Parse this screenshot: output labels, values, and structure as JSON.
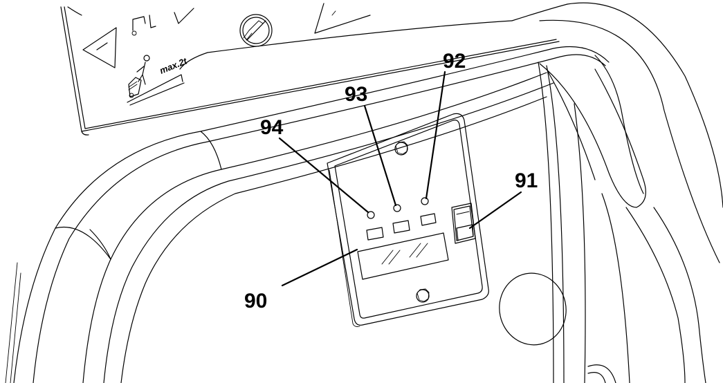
{
  "callouts": {
    "c90": "90",
    "c91": "91",
    "c92": "92",
    "c93": "93",
    "c94": "94"
  },
  "decal": {
    "slope_text": "max.2t"
  },
  "icons": [
    "triangle-arrow-icon",
    "faucet-icon",
    "no-spray-icon",
    "operator-slope-icon",
    "washer-body-icon"
  ],
  "colors": {
    "line": "#000000",
    "background": "#ffffff"
  }
}
